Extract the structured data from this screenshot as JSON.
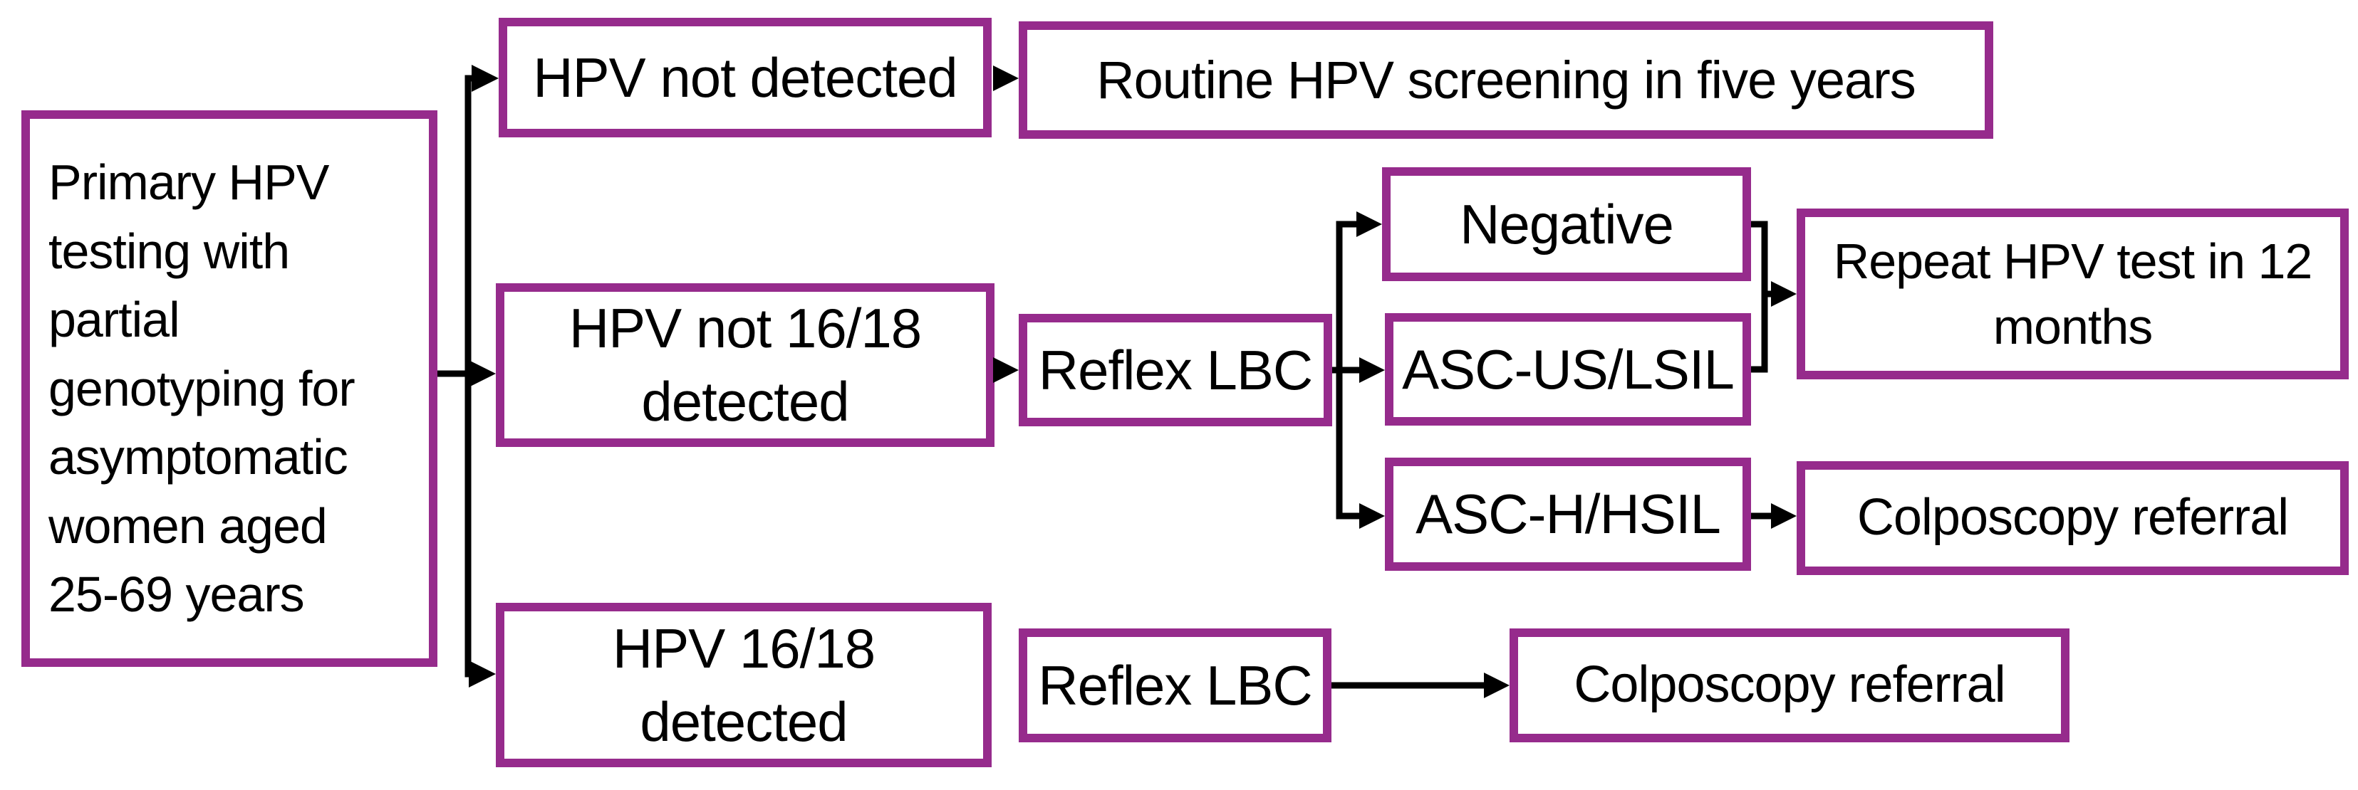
{
  "diagram": {
    "type": "flowchart",
    "colors": {
      "box_border": "#962b8c",
      "box_fill": "#ffffff",
      "connector": "#000000",
      "text": "#000000",
      "background": "#ffffff"
    },
    "nodes": {
      "primary": {
        "label": "Primary HPV\ntesting with\npartial\ngenotyping for\nasymptomatic\nwomen aged\n25-69 years"
      },
      "hpv_not_detected": {
        "label": "HPV not detected"
      },
      "routine": {
        "label": "Routine HPV screening in five years"
      },
      "hpv_not_1618": {
        "label": "HPV not 16/18\ndetected"
      },
      "reflex_lbc_mid": {
        "label": "Reflex LBC"
      },
      "negative": {
        "label": "Negative"
      },
      "asc_us": {
        "label": "ASC-US/LSIL"
      },
      "repeat": {
        "label": "Repeat HPV test in 12\nmonths"
      },
      "asc_h": {
        "label": "ASC-H/HSIL"
      },
      "colposcopy_upper": {
        "label": "Colposcopy referral"
      },
      "hpv_1618": {
        "label": "HPV 16/18\ndetected"
      },
      "reflex_lbc_bottom": {
        "label": "Reflex LBC"
      },
      "colposcopy_bottom": {
        "label": "Colposcopy referral"
      }
    },
    "edges": [
      {
        "from": "primary",
        "to": "hpv_not_detected"
      },
      {
        "from": "primary",
        "to": "hpv_not_1618"
      },
      {
        "from": "primary",
        "to": "hpv_1618"
      },
      {
        "from": "hpv_not_detected",
        "to": "routine"
      },
      {
        "from": "hpv_not_1618",
        "to": "reflex_lbc_mid"
      },
      {
        "from": "reflex_lbc_mid",
        "to": "negative"
      },
      {
        "from": "reflex_lbc_mid",
        "to": "asc_us"
      },
      {
        "from": "reflex_lbc_mid",
        "to": "asc_h"
      },
      {
        "from": "negative",
        "to": "repeat"
      },
      {
        "from": "asc_us",
        "to": "repeat"
      },
      {
        "from": "asc_h",
        "to": "colposcopy_upper"
      },
      {
        "from": "hpv_1618",
        "to": "reflex_lbc_bottom"
      },
      {
        "from": "reflex_lbc_bottom",
        "to": "colposcopy_bottom"
      }
    ]
  }
}
